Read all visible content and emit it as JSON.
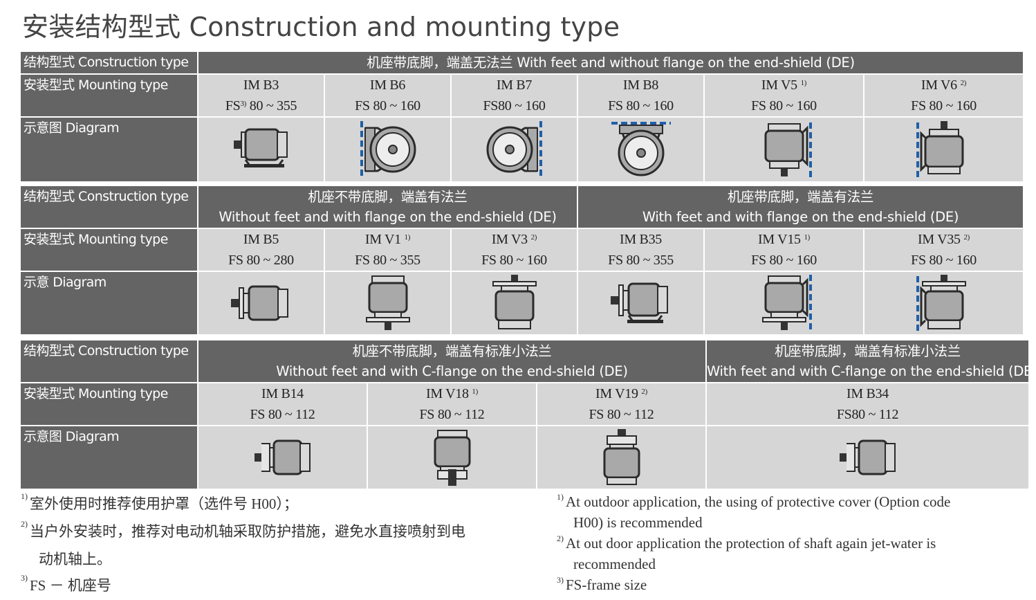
{
  "title": "安装结构型式 Construction and mounting type",
  "labels": {
    "construction": "结构型式 Construction type",
    "mounting": "安装型式 Mounting type",
    "diagram": "示意图 Diagram",
    "diagram_short": "示意 Diagram"
  },
  "section1": {
    "header": "机座带底脚，端盖无法兰 With feet and without flange on the end-shield (DE)",
    "types": [
      {
        "name": "IM B3",
        "note": "",
        "fs_prefix": "FS",
        "fs_note": "3)",
        "fs": "80 ~ 355",
        "icon": "b3-diagram-icon"
      },
      {
        "name": "IM B6",
        "note": "",
        "fs_prefix": "",
        "fs_note": "",
        "fs": "FS 80 ~ 160",
        "icon": "b6-diagram-icon"
      },
      {
        "name": "IM B7",
        "note": "",
        "fs_prefix": "",
        "fs_note": "",
        "fs": "FS80 ~ 160",
        "icon": "b7-diagram-icon"
      },
      {
        "name": "IM B8",
        "note": "",
        "fs_prefix": "",
        "fs_note": "",
        "fs": "FS 80 ~ 160",
        "icon": "b8-diagram-icon"
      },
      {
        "name": "IM V5",
        "note": "1)",
        "fs_prefix": "",
        "fs_note": "",
        "fs": "FS 80 ~ 160",
        "icon": "v5-diagram-icon"
      },
      {
        "name": "IM V6",
        "note": "2)",
        "fs_prefix": "",
        "fs_note": "",
        "fs": "FS 80 ~ 160",
        "icon": "v6-diagram-icon"
      }
    ]
  },
  "section2": {
    "header_left_cn": "机座不带底脚，端盖有法兰",
    "header_left_en": "Without feet and with flange on the end-shield (DE)",
    "header_right_cn": "机座带底脚，端盖有法兰",
    "header_right_en": "With feet and with flange on the end-shield (DE)",
    "types": [
      {
        "name": "IM B5",
        "note": "",
        "fs": "FS 80 ~ 280",
        "icon": "b5-diagram-icon"
      },
      {
        "name": "IM V1",
        "note": "1)",
        "fs": "FS 80 ~ 355",
        "icon": "v1-diagram-icon"
      },
      {
        "name": "IM V3",
        "note": "2)",
        "fs": "FS 80 ~ 160",
        "icon": "v3-diagram-icon"
      },
      {
        "name": "IM B35",
        "note": "",
        "fs": "FS 80 ~ 355",
        "icon": "b35-diagram-icon"
      },
      {
        "name": "IM V15",
        "note": "1)",
        "fs": "FS 80 ~ 160",
        "icon": "v15-diagram-icon"
      },
      {
        "name": "IM V35",
        "note": "2)",
        "fs": "FS 80 ~ 160",
        "icon": "v35-diagram-icon"
      }
    ]
  },
  "section3": {
    "header_left_cn": "机座不带底脚，端盖有标准小法兰",
    "header_left_en": "Without feet and with C-flange on the end-shield (DE)",
    "header_right_cn": "机座带底脚，端盖有标准小法兰",
    "header_right_en": "With feet and with C-flange on the end-shield (DE)",
    "types": [
      {
        "name": "IM B14",
        "note": "",
        "fs": "FS 80 ~ 112",
        "icon": "b14-diagram-icon"
      },
      {
        "name": "IM V18",
        "note": "1)",
        "fs": "FS 80 ~ 112",
        "icon": "v18-diagram-icon"
      },
      {
        "name": "IM V19",
        "note": "2)",
        "fs": "FS 80 ~ 112",
        "icon": "v19-diagram-icon"
      },
      {
        "name": "IM B34",
        "note": "",
        "fs": "FS80 ~ 112",
        "icon": "b34-diagram-icon"
      }
    ]
  },
  "notes_cn": [
    {
      "mark": "1)",
      "text": "室外使用时推荐使用护罩（选件号 H00）；"
    },
    {
      "mark": "2)",
      "text": "当户外安装时，推荐对电动机轴采取防护措施，避免水直接喷射到电"
    },
    {
      "mark": "",
      "text": "动机轴上。"
    },
    {
      "mark": "3)",
      "text": "FS － 机座号"
    }
  ],
  "notes_en": [
    {
      "mark": "1)",
      "text": "At outdoor application, the using of protective cover (Option code"
    },
    {
      "mark": "",
      "text": "H00) is recommended"
    },
    {
      "mark": "2)",
      "text": "At out door application the protection of shaft again jet-water is"
    },
    {
      "mark": "",
      "text": "recommended"
    },
    {
      "mark": "3)",
      "text": "FS-frame size"
    }
  ],
  "colors": {
    "header_bg": "#646464",
    "cell_bg": "#d6d6d6",
    "dashed_line": "#1f5fa8",
    "motor_body": "#a9a9a9",
    "outline": "#2b2b2b"
  }
}
